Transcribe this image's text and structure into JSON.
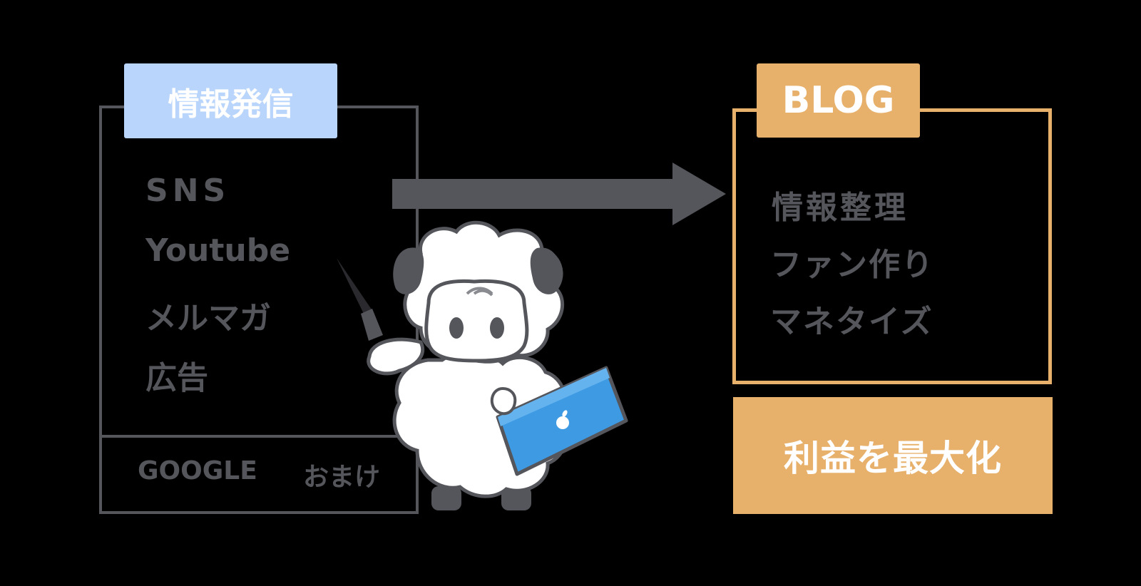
{
  "colors": {
    "dark": "#55565c",
    "left_tag_bg": "#b9d5fb",
    "orange": "#e7b06b",
    "laptop_blue": "#3e9be3",
    "background": "#000000"
  },
  "left_panel": {
    "tag": "情報発信",
    "items": [
      "SNS",
      "Youtube",
      "メルマガ",
      "広告"
    ],
    "footer": [
      "GOOGLE",
      "おまけ"
    ]
  },
  "right_panel": {
    "tag": "BLOG",
    "items": [
      "情報整理",
      "ファン作り",
      "マネタイズ"
    ],
    "result": "利益を最大化"
  },
  "arrow": {
    "direction": "right"
  },
  "illustration": {
    "character": "sheep-mascot",
    "props": [
      "pointer-stick",
      "laptop"
    ],
    "icons": [
      "apple-logo-icon"
    ]
  }
}
